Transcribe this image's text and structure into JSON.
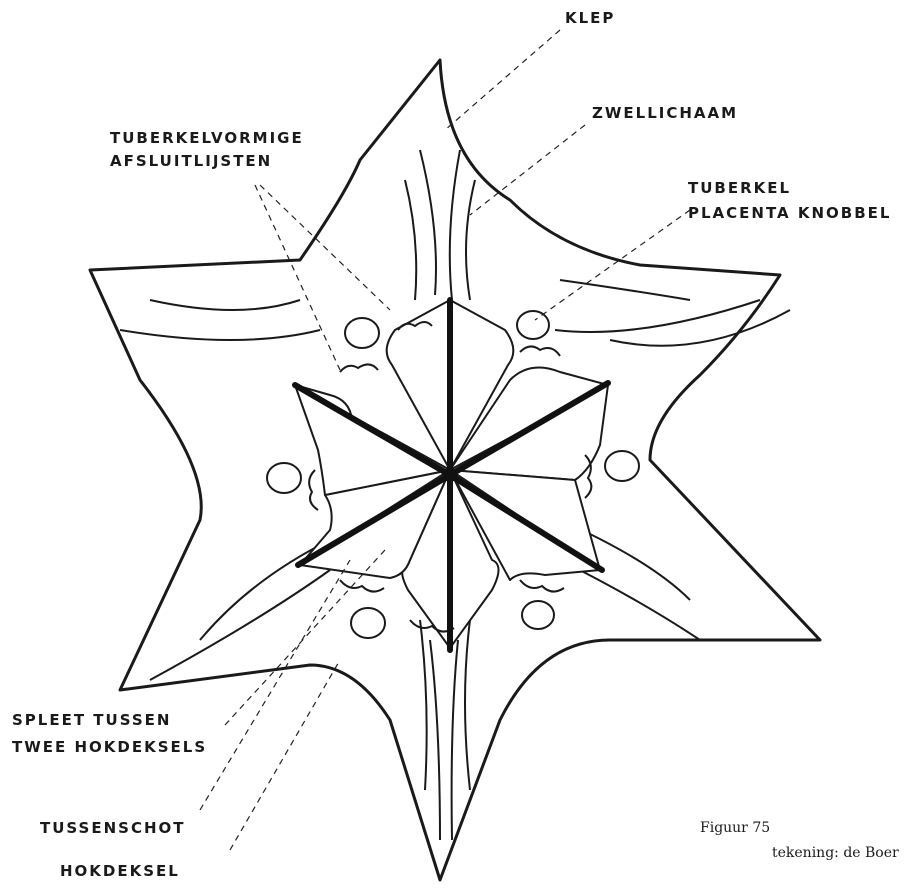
{
  "labels": {
    "klep": "KLEP",
    "zwellichaam": "ZWELLICHAAM",
    "tuberkelvormige_line1": "TUBERKELVORMIGE",
    "tuberkelvormige_line2": "AFSLUITLIJSTEN",
    "tuberkel_line1": "TUBERKEL",
    "tuberkel_line2": "PLACENTA KNOBBEL",
    "spleet_line1": "SPLEET TUSSEN",
    "spleet_line2": "TWEE HOKDEKSELS",
    "tussenschot": "TUSSENSCHOT",
    "hokdeksel": "HOKDEKSEL"
  },
  "caption": {
    "figure": "Figuur 75",
    "credit": "tekening: de Boer"
  },
  "colors": {
    "ink": "#1a1a1a",
    "paper": "#ffffff"
  }
}
